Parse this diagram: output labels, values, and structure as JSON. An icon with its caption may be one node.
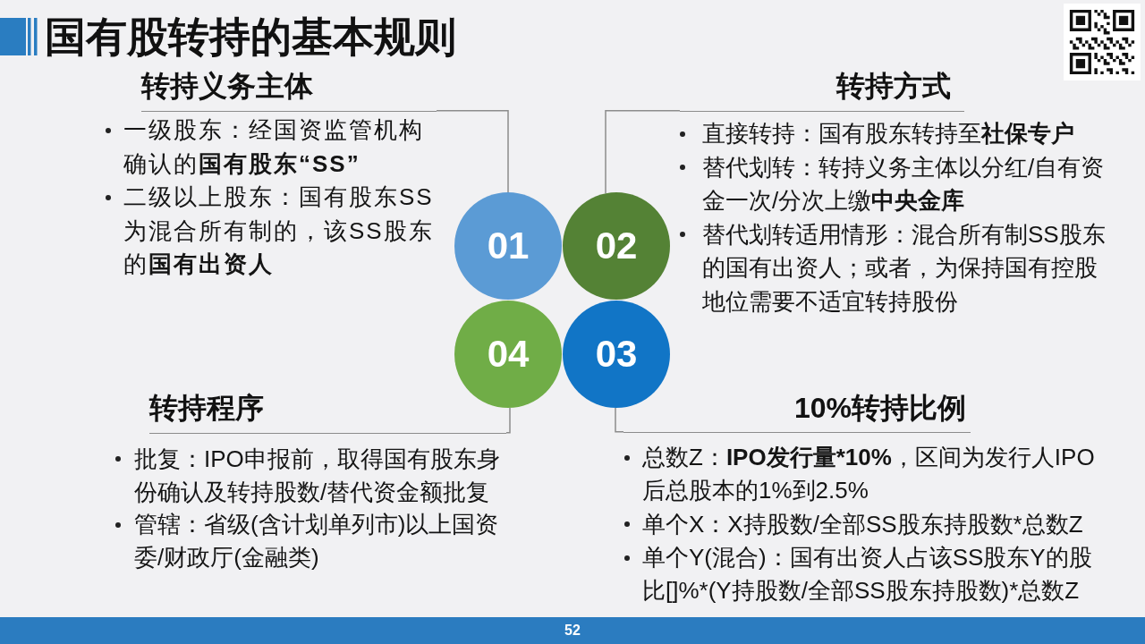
{
  "diagram": {
    "title": "国有股转持的基本规则",
    "nodes": [
      {
        "text": [
          "转持义务主体",
          "一级股东：经国资监管机构确认的**国有股东“SS”**",
          "二级以上股东：国有股东SS为混合所有制的，该SS股东的**国有出资人**"
        ]
      },
      {
        "text": [
          "转持方式",
          "直接转持：国有股东转持至**社保专户**",
          "替代划转：转持义务主体以分红/自有资金一次/分次上缴**中央金库**",
          "替代划转适用情形：混合所有制SS股东的国有出资人；或者，为保持国有控股地位需要不适宜转持股份"
        ]
      },
      {
        "text": [
          "01"
        ]
      },
      {
        "text": [
          "02"
        ]
      },
      {
        "text": [
          "04"
        ]
      },
      {
        "text": [
          "03"
        ]
      },
      {
        "text": [
          "转持程序",
          "批复：IPO申报前，取得国有股东身份确认及转持股数/替代资金额批复",
          "管辖：省级(含计划单列市)以上国资委/财政厅(金融类)"
        ]
      },
      {
        "text": [
          "10%转持比例",
          "总数Z：**IPO发行量*10%**，区间为发行人IPO后总股本的1%到2.5%",
          "单个X：X持股数/全部SS股东持股数*总数Z",
          "单个Y(混合)：国有出资人占该SS股东Y的股比[]%*(Y持股数/全部SS股东持股数)*总数Z"
        ]
      }
    ],
    "edges": [
      {
        "from": 0,
        "to": 2,
        "arrow": "none"
      },
      {
        "from": 1,
        "to": 3,
        "arrow": "none"
      },
      {
        "from": 6,
        "to": 4,
        "arrow": "none"
      },
      {
        "from": 7,
        "to": 5,
        "arrow": "none"
      }
    ],
    "labels": [
      "52"
    ]
  }
}
